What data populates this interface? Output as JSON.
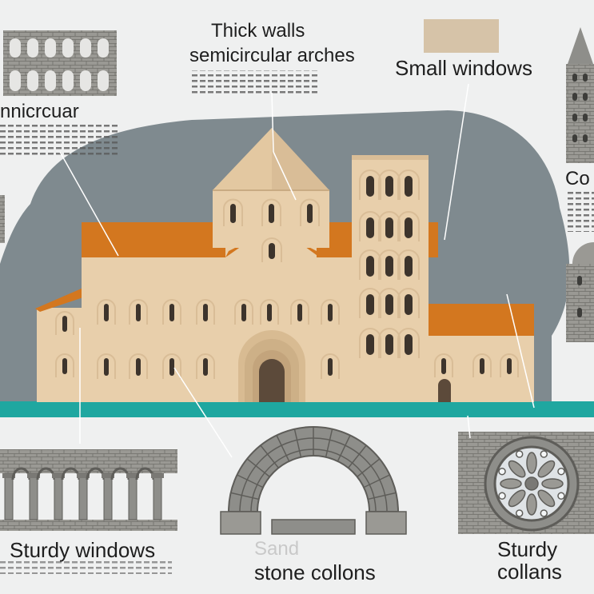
{
  "labels": {
    "thick_walls": "Thick walls",
    "semicircular_arches": "semicircular arches",
    "small_windows": "Small windows",
    "semicircular_partial": "nnicrcuar",
    "col_partial": "Co",
    "sturdy_windows": "Sturdy windows",
    "stone_partial": "Sand",
    "stone_collons": "stone collons",
    "sturdy": "Sturdy",
    "collans": "collans"
  },
  "colors": {
    "background": "#eff0f0",
    "backdrop_gray": "#7f8a8f",
    "wall_sand": "#e8cfab",
    "wall_shadow": "#d9bd97",
    "roof_orange": "#d3771f",
    "ground_teal": "#1fa7a0",
    "stone_gray": "#8e8e8a",
    "leader_line": "#ffffff"
  },
  "icons": [
    "arcade-icon",
    "tower-icon",
    "arch-icon",
    "rose-window-icon",
    "dome-icon",
    "swatch-icon"
  ]
}
